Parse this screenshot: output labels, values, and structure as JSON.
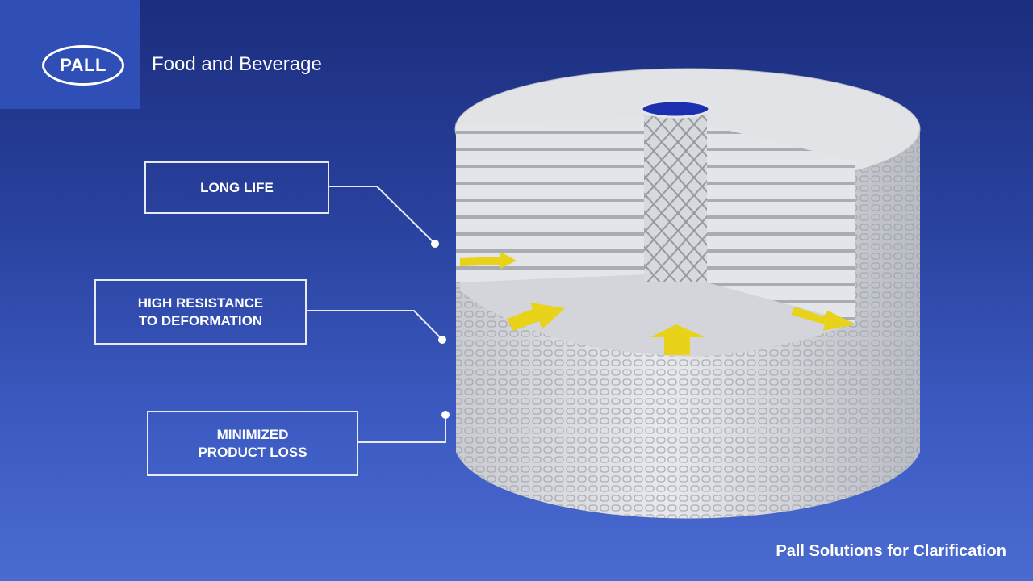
{
  "header": {
    "logo_text": "PALL",
    "title": "Food and Beverage"
  },
  "callouts": [
    {
      "label": "LONG LIFE"
    },
    {
      "label": "HIGH RESISTANCE\nTO DEFORMATION"
    },
    {
      "label": "MINIMIZED\nPRODUCT LOSS"
    }
  ],
  "footer": {
    "caption": "Pall Solutions for Clarification"
  },
  "colors": {
    "logo_box": "#2f4eb6",
    "arrow": "#e8d21a",
    "module": "#dcdde0"
  }
}
